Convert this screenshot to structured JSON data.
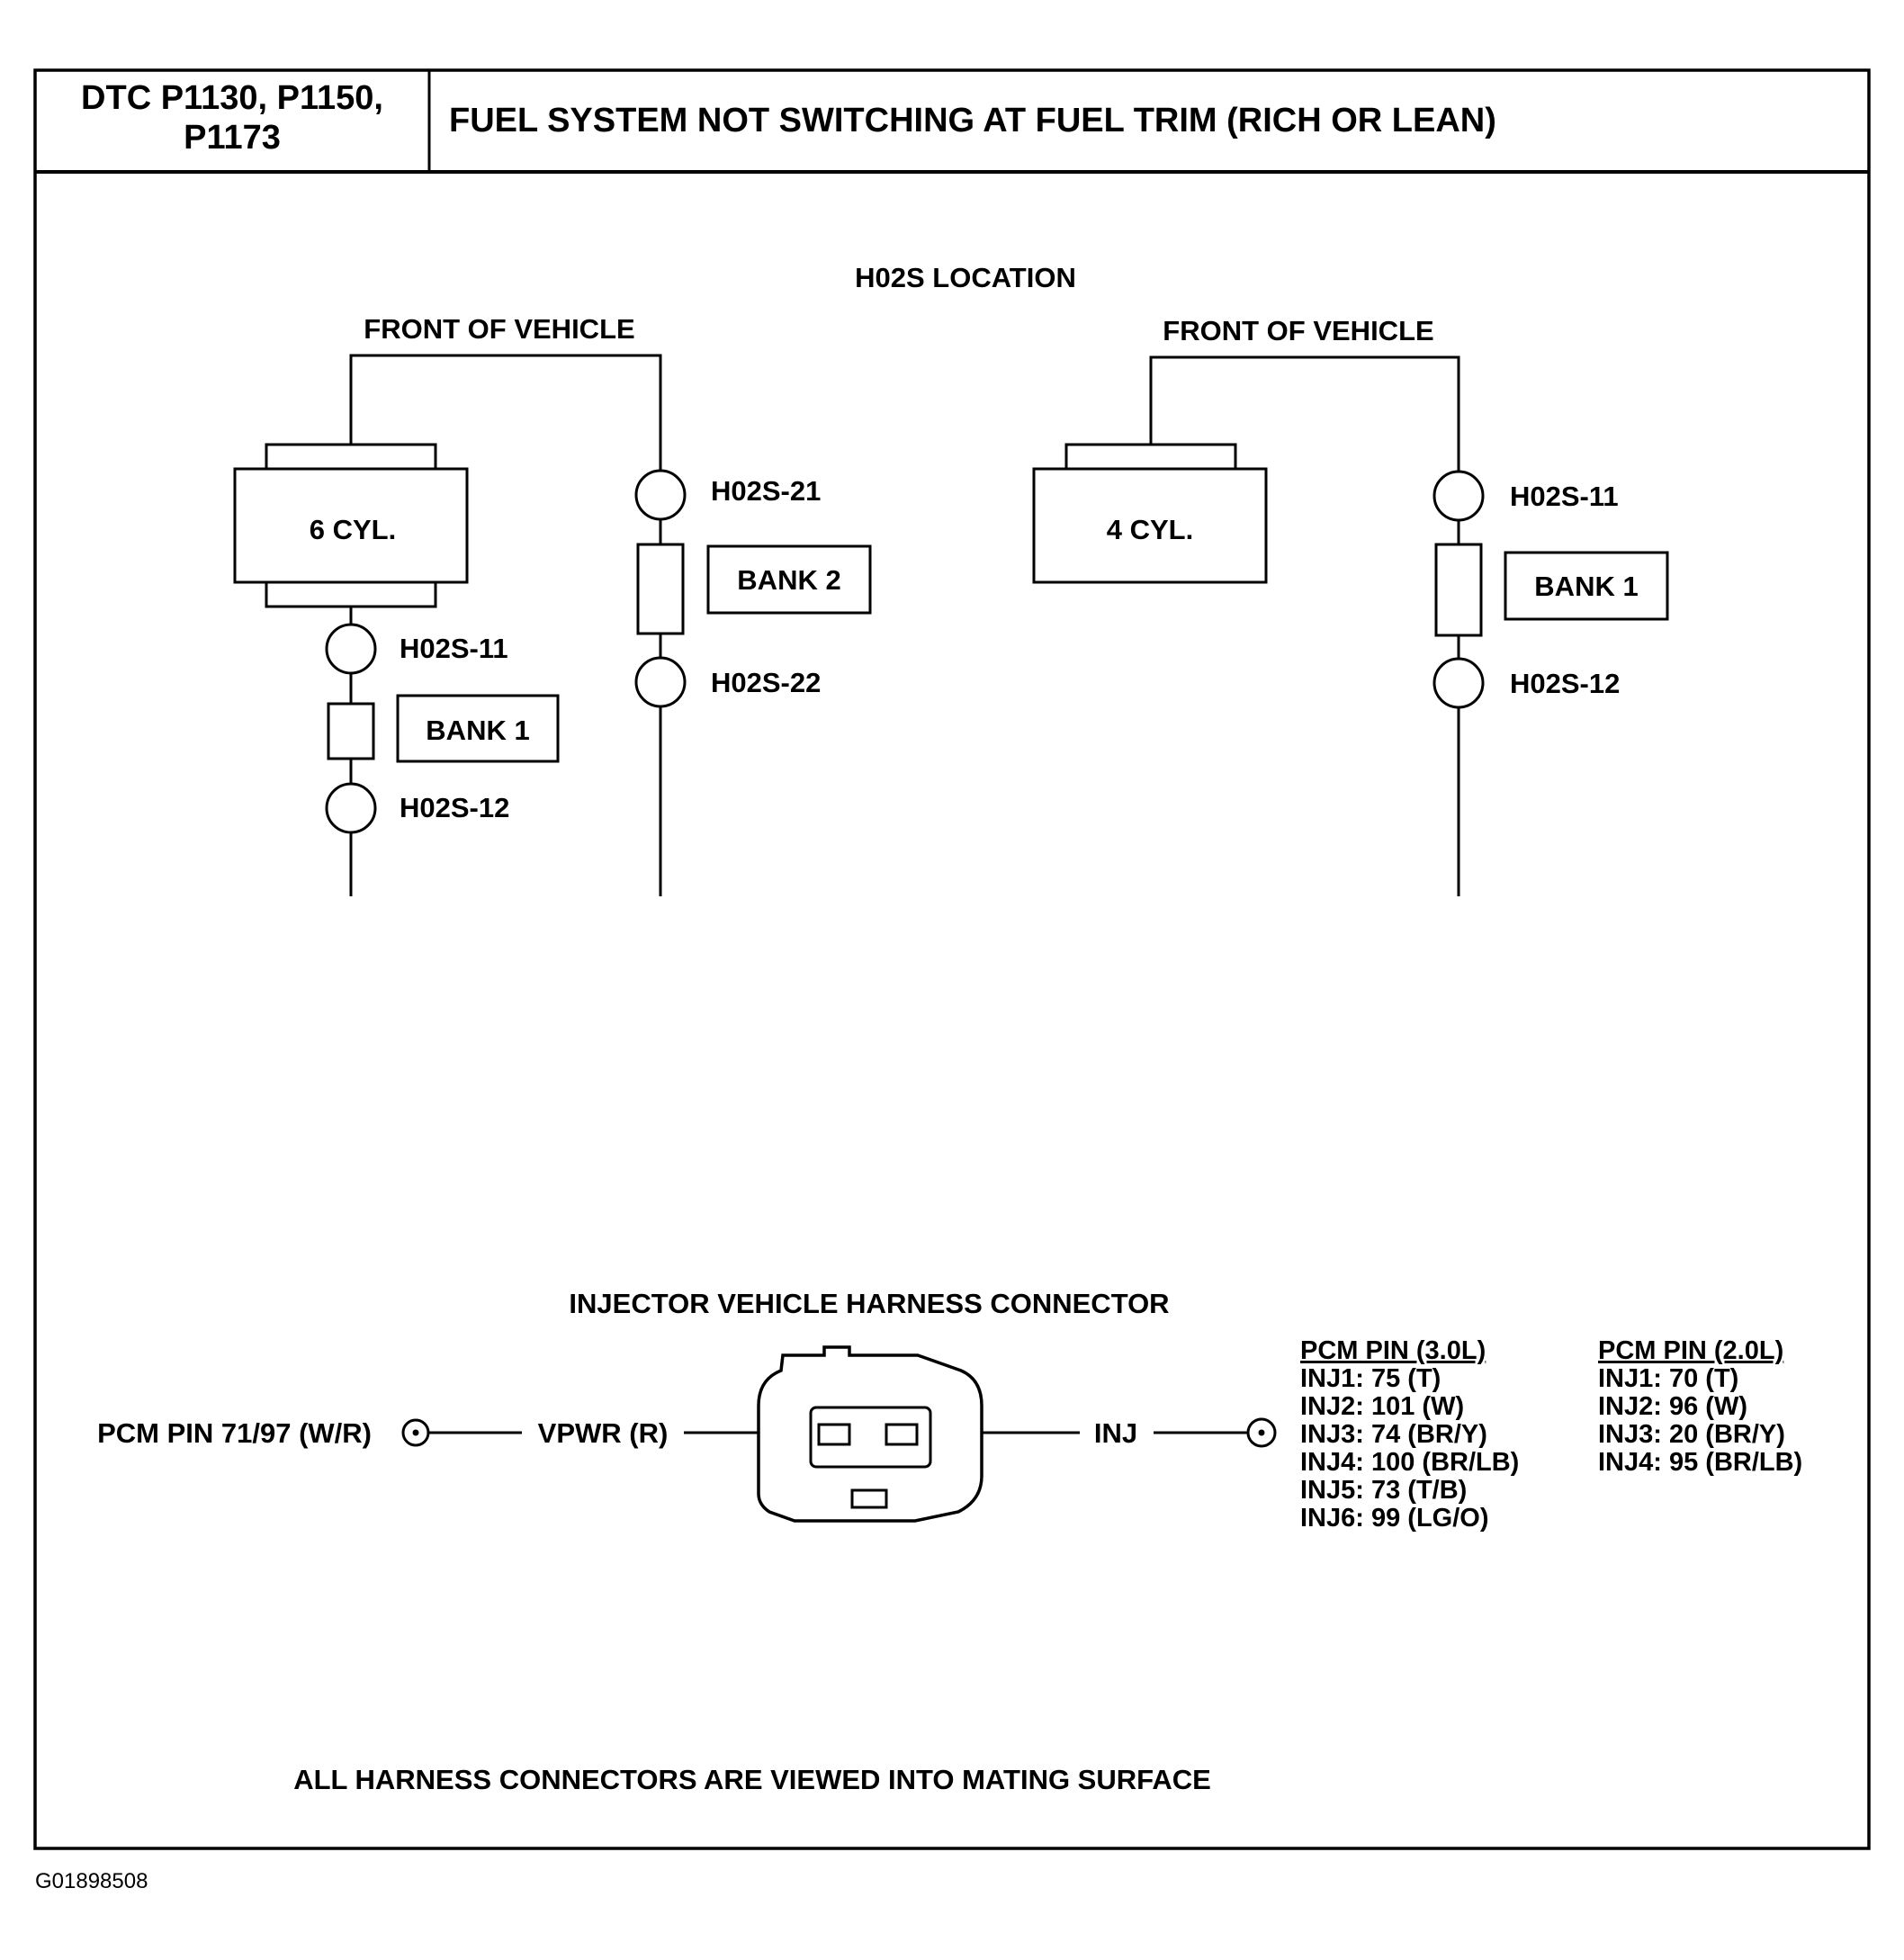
{
  "header": {
    "dtc_line1": "DTC P1130, P1150,",
    "dtc_line2": "P1173",
    "title": "FUEL SYSTEM NOT SWITCHING AT FUEL TRIM (RICH OR LEAN)"
  },
  "location": {
    "title": "H02S LOCATION",
    "six_cyl": {
      "front_label": "FRONT OF VEHICLE",
      "engine_label": "6 CYL.",
      "bank1_label": "BANK 1",
      "bank2_label": "BANK 2",
      "sensor_11": "H02S-11",
      "sensor_12": "H02S-12",
      "sensor_21": "H02S-21",
      "sensor_22": "H02S-22"
    },
    "four_cyl": {
      "front_label": "FRONT OF VEHICLE",
      "engine_label": "4 CYL.",
      "bank1_label": "BANK 1",
      "sensor_11": "H02S-11",
      "sensor_12": "H02S-12"
    }
  },
  "connector": {
    "title": "INJECTOR VEHICLE HARNESS CONNECTOR",
    "left_pin": "PCM PIN 71/97 (W/R)",
    "left_wire": "VPWR (R)",
    "right_wire": "INJ",
    "pins_30L": {
      "header": "PCM PIN (3.0L)",
      "rows": [
        "INJ1: 75 (T)",
        "INJ2: 101 (W)",
        "INJ3: 74 (BR/Y)",
        "INJ4: 100 (BR/LB)",
        "INJ5: 73 (T/B)",
        "INJ6: 99 (LG/O)"
      ]
    },
    "pins_20L": {
      "header": "PCM PIN (2.0L)",
      "rows": [
        "INJ1: 70 (T)",
        "INJ2: 96 (W)",
        "INJ3: 20 (BR/Y)",
        "INJ4: 95 (BR/LB)"
      ]
    }
  },
  "footer_note": "ALL HARNESS CONNECTORS ARE VIEWED INTO MATING SURFACE",
  "figure_code": "G01898508"
}
